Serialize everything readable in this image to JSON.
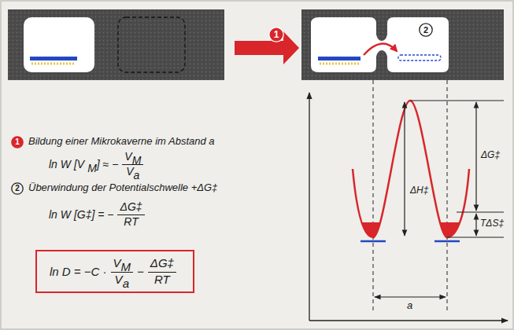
{
  "diagram": {
    "nodes": [
      {
        "text": [
          "1"
        ]
      },
      {
        "text": [
          "2"
        ]
      },
      {
        "text": [
          "1"
        ]
      },
      {
        "text": [
          "2"
        ]
      },
      {
        "text": [
          "ln D = −C ·",
          "V",
          "M",
          "V",
          "a",
          "−",
          "ΔG‡",
          "RT"
        ]
      }
    ],
    "labels": [
      "Bildung einer Mikrokaverne im Abstand a",
      "ln W [V",
      "M",
      "] ≈ −",
      "V",
      "M",
      "V",
      "a",
      "Überwindung der Potentialschwelle +ΔG‡",
      "ln W [G‡] = −",
      "ΔG‡",
      "RT",
      "ΔH‡",
      "ΔG‡",
      "TΔS‡",
      "a"
    ]
  }
}
